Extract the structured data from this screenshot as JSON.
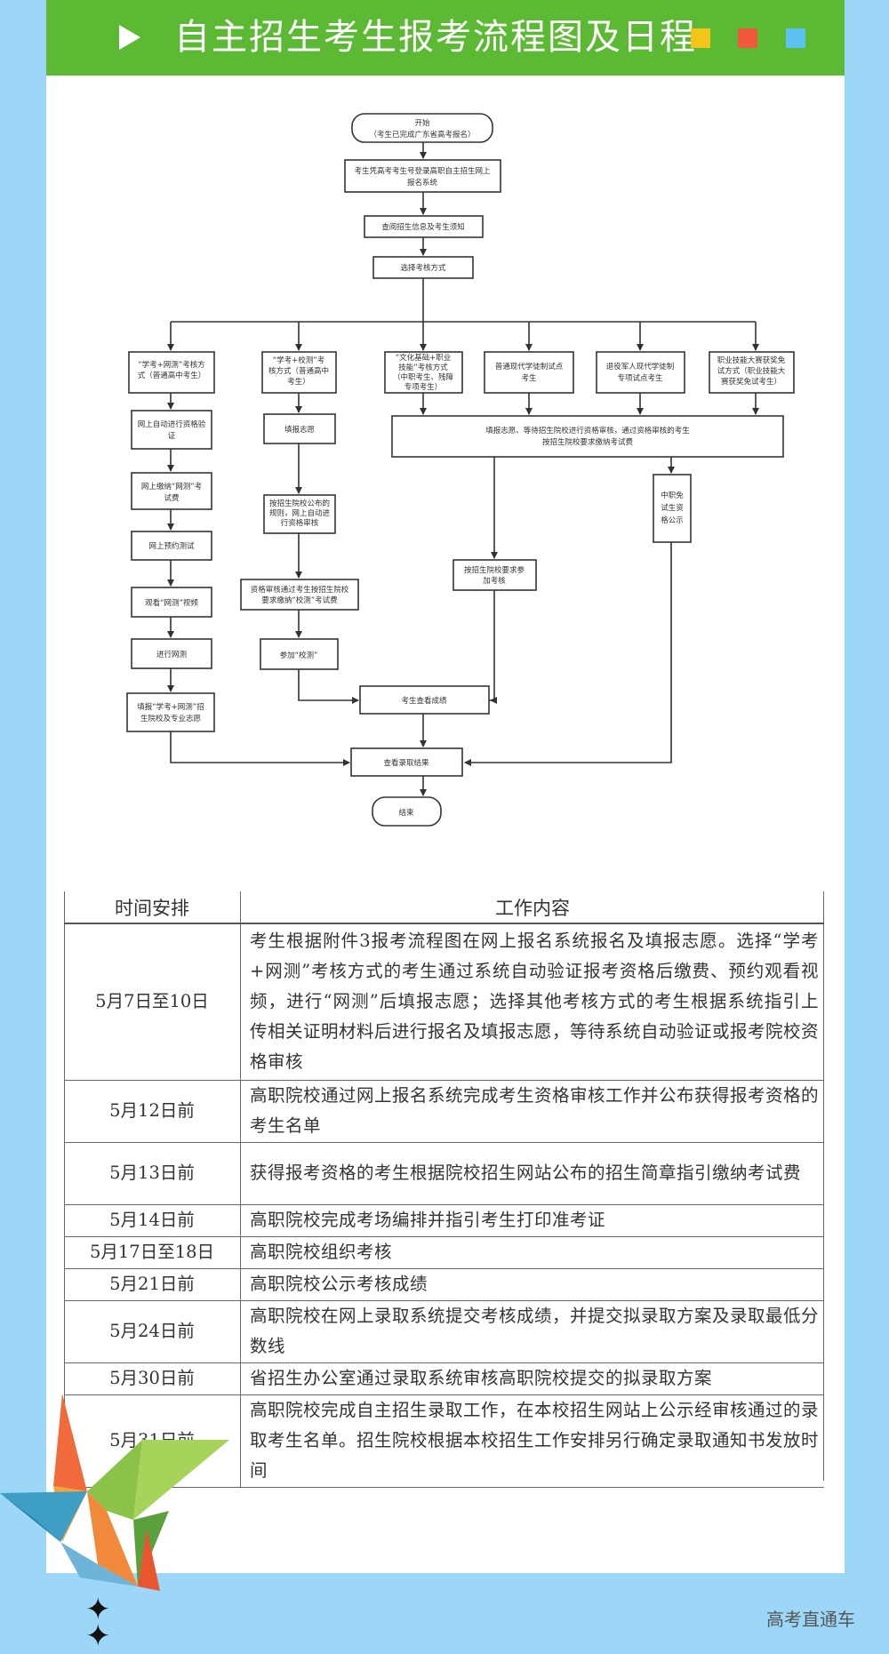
{
  "header": {
    "title": "自主招生考生报考流程图及日程"
  },
  "flowchart": {
    "start": "开始",
    "start_sub": "（考生已完成广东省高考报名）",
    "step1_l1": "考生凭高考考生号登录高职自主招生网上",
    "step1_l2": "报名系统",
    "step2": "查阅招生信息及考生须知",
    "step3": "选择考核方式",
    "c1_l1": "“学考+网测”考核方",
    "c1_l2": "式（普通高中考生）",
    "c2_l1": "“学考+校测”考",
    "c2_l2": "核方式（普通高中",
    "c2_l3": "考生）",
    "c3_l1": "“文化基础+职业",
    "c3_l2": "技能”考核方式",
    "c3_l3": "（中职考生、残障",
    "c3_l4": "专项考生）",
    "c4_l1": "普通现代学徒制试点",
    "c4_l2": "考生",
    "c5_l1": "退役军人现代学徒制",
    "c5_l2": "专项试点考生",
    "c6_l1": "职业技能大赛获奖免",
    "c6_l2": "试方式（职业技能大",
    "c6_l3": "赛获奖免试考生）",
    "a1_l1": "网上自动进行资格验",
    "a1_l2": "证",
    "a2_l1": "网上缴纳“网测”考",
    "a2_l2": "试费",
    "a3": "网上预约测试",
    "a4": "观看“网测”视频",
    "a5": "进行网测",
    "a6_l1": "填报“学考+网测”招",
    "a6_l2": "生院校及专业志愿",
    "b1": "填报志愿",
    "b2_l1": "按招生院校公布的",
    "b2_l2": "规则，网上自动进",
    "b2_l3": "行资格审核",
    "b3_l1": "资格审核通过考生按招生院校",
    "b3_l2": "要求缴纳“校测”考试费",
    "b4": "参加“校测”",
    "wide_l1": "填报志愿、等待招生院校进行资格审核，通过资格审核的考生",
    "wide_l2": "按招生院校要求缴纳考试费",
    "m1_l1": "按招生院校要求参",
    "m1_l2": "加考核",
    "r1_l1": "中职免",
    "r1_l2": "试生资",
    "r1_l3": "格公示",
    "score": "考生查看成绩",
    "result": "查看录取结果",
    "end": "结束"
  },
  "schedule": {
    "col_time": "时间安排",
    "col_content": "工作内容",
    "rows": [
      {
        "time": "5月7日至10日",
        "content": "考生根据附件3报考流程图在网上报名系统报名及填报志愿。选择“学考+网测”考核方式的考生通过系统自动验证报考资格后缴费、预约观看视频，进行“网测”后填报志愿；选择其他考核方式的考生根据系统指引上传相关证明材料后进行报名及填报志愿，等待系统自动验证或报考院校资格审核"
      },
      {
        "time": "5月12日前",
        "content": "高职院校通过网上报名系统完成考生资格审核工作并公布获得报考资格的考生名单"
      },
      {
        "time": "5月13日前",
        "content": "获得报考资格的考生根据院校招生网站公布的招生简章指引缴纳考试费"
      },
      {
        "time": "5月14日前",
        "content": "高职院校完成考场编排并指引考生打印准考证"
      },
      {
        "time": "5月17日至18日",
        "content": "高职院校组织考核"
      },
      {
        "time": "5月21日前",
        "content": "高职院校公示考核成绩"
      },
      {
        "time": "5月24日前",
        "content": "高职院校在网上录取系统提交考核成绩，并提交拟录取方案及录取最低分数线"
      },
      {
        "time": "5月30日前",
        "content": "省招生办公室通过录取系统审核高职院校提交的拟录取方案"
      },
      {
        "time": "5月31日前",
        "content": "高职院校完成自主招生录取工作，在本校招生网站上公示经审核通过的录取考生名单。招生院校根据本校招生工作安排另行确定录取通知书发放时间"
      }
    ]
  },
  "footer": {
    "watermark": "高考直通车",
    "stars": "✦"
  },
  "colors": {
    "background": "#9cd7f7",
    "header_green": "#5cb934",
    "square_yellow": "#f3c51b",
    "square_red": "#f05a3a",
    "square_blue": "#5cc3f0"
  }
}
